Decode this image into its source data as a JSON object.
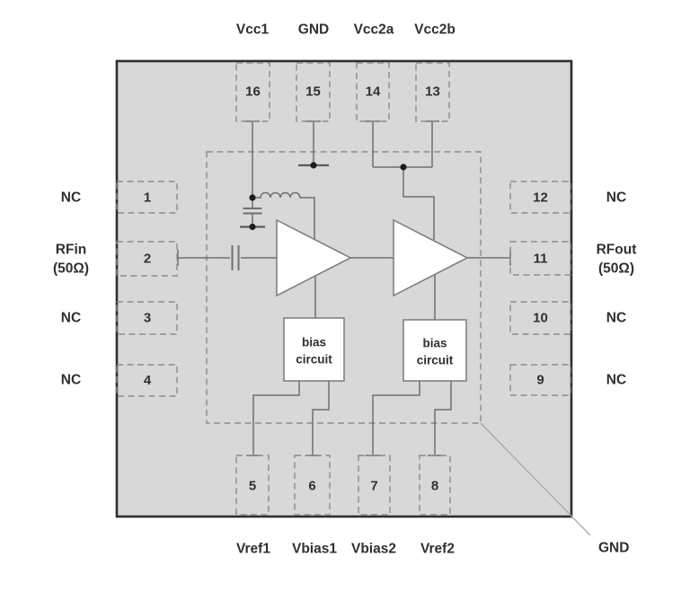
{
  "pins": {
    "top": [
      {
        "number": "16",
        "label": "Vcc1"
      },
      {
        "number": "15",
        "label": "GND"
      },
      {
        "number": "14",
        "label": "Vcc2a"
      },
      {
        "number": "13",
        "label": "Vcc2b"
      }
    ],
    "bottom": [
      {
        "number": "5",
        "label": "Vref1"
      },
      {
        "number": "6",
        "label": "Vbias1"
      },
      {
        "number": "7",
        "label": "Vbias2"
      },
      {
        "number": "8",
        "label": "Vref2"
      }
    ],
    "left": [
      {
        "number": "1",
        "label": "NC"
      },
      {
        "number": "2",
        "label": "RFin",
        "sublabel": "(50Ω)"
      },
      {
        "number": "3",
        "label": "NC"
      },
      {
        "number": "4",
        "label": "NC"
      }
    ],
    "right": [
      {
        "number": "12",
        "label": "NC"
      },
      {
        "number": "11",
        "label": "RFout",
        "sublabel": "(50Ω)"
      },
      {
        "number": "10",
        "label": "NC"
      },
      {
        "number": "9",
        "label": "NC"
      }
    ]
  },
  "blocks": {
    "bias1": {
      "line1": "bias",
      "line2": "circuit"
    },
    "bias2": {
      "line1": "bias",
      "line2": "circuit"
    }
  },
  "paddle": {
    "label": "GND"
  },
  "colors": {
    "package_fill": "#d8d8d8",
    "package_border": "#2e2e2e",
    "wire": "#6f6f6f",
    "dashed": "#8c8c8c",
    "text": "#303030"
  }
}
